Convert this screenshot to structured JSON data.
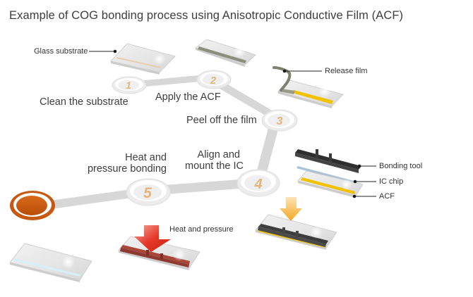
{
  "title": "Example of COG bonding process using Anisotropic Conductive Film (ACF)",
  "steps": [
    {
      "number": "1",
      "label": "Clean the substrate"
    },
    {
      "number": "2",
      "label": "Apply the ACF"
    },
    {
      "number": "3",
      "label": "Peel off the film"
    },
    {
      "number": "4",
      "label_line1": "Align and",
      "label_line2": "mount the IC"
    },
    {
      "number": "5",
      "label_line1": "Heat and",
      "label_line2": "pressure bonding"
    }
  ],
  "callouts": {
    "glass_substrate": "Glass substrate",
    "release_film": "Release film",
    "bonding_tool": "Bonding tool",
    "ic_chip": "IC chip",
    "acf": "ACF",
    "heat_and_pressure": "Heat and pressure"
  },
  "colors": {
    "step_number": "#e3b57a",
    "acf_yellow": "#f2c200",
    "end_marker": "#c85a0f",
    "path_gray": "#d9d9d9",
    "heat_arrow": "#e0291b",
    "align_arrow": "#f5b942",
    "bonded_strip": "#a34a3c"
  }
}
